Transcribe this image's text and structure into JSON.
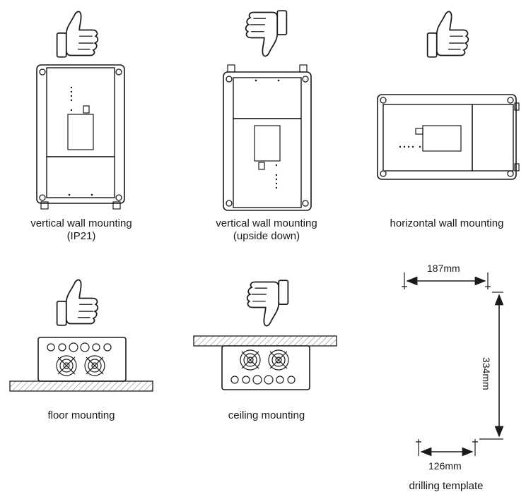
{
  "mountings": [
    {
      "caption": "vertical wall mounting",
      "subcaption": "(IP21)",
      "verdict": "thumbs-up"
    },
    {
      "caption": "vertical wall mounting",
      "subcaption": "(upside down)",
      "verdict": "thumbs-down"
    },
    {
      "caption": "horizontal wall mounting",
      "subcaption": "",
      "verdict": "thumbs-up"
    },
    {
      "caption": "floor mounting",
      "subcaption": "",
      "verdict": "thumbs-up"
    },
    {
      "caption": "ceiling mounting",
      "subcaption": "",
      "verdict": "thumbs-down"
    }
  ],
  "drilling_template": {
    "caption": "drilling template",
    "top_width": "187mm",
    "height": "334mm",
    "bottom_width": "126mm"
  },
  "colors": {
    "line": "#1a1a1a",
    "hatch": "#555555",
    "hand_fill": "#ffffff"
  }
}
